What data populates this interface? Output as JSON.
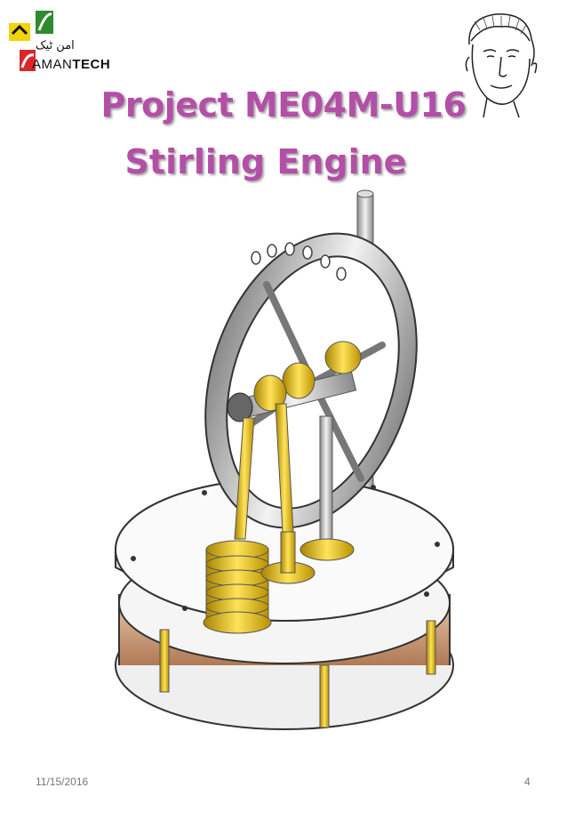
{
  "logo": {
    "brand_plain": "AMAN",
    "brand_bold": "TECH",
    "urdu": "امن ٹیک"
  },
  "title": {
    "line1": "Project ME04M-U16",
    "line2": "Stirling Engine"
  },
  "footer": {
    "date": "11/15/2016",
    "page": "4"
  },
  "colors": {
    "title": "#b34fa6",
    "brass": "#e8c21a",
    "steel": "#c9c9c9",
    "logo_green": "#2e8b2e",
    "logo_yellow": "#f2d400",
    "logo_red": "#d8262c"
  }
}
